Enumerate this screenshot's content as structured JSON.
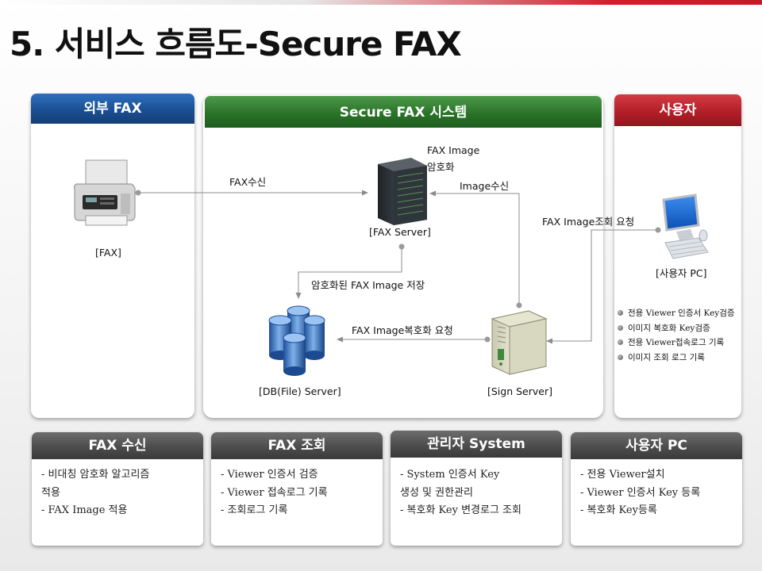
{
  "title": "5. 서비스 흐름도-Secure FAX",
  "panels": {
    "external": {
      "header": "외부 FAX",
      "fax_label": "[FAX]"
    },
    "system": {
      "header": "Secure FAX 시스템",
      "fax_server": "[FAX Server]",
      "db_server": "[DB(File) Server]",
      "sign_server": "[Sign Server]",
      "encrypt_line1": "FAX Image",
      "encrypt_line2": "암호화",
      "fax_receive": "FAX수신",
      "image_receive": "Image수신",
      "save_encrypted": "암호화된 FAX Image 저장",
      "decrypt_request": "FAX Image복호화 요청",
      "view_request": "FAX Image조회 요청"
    },
    "user": {
      "header": "사용자",
      "pc_label": "[사용자 PC]",
      "bullets": [
        "전용 Viewer 인증서 Key검증",
        "이미지 복호화 Key검증",
        "전용 Viewer접속로그 기록",
        "이미지 조회 로그 기록"
      ]
    }
  },
  "bottom_boxes": [
    {
      "title": "FAX 수신",
      "lines": [
        "-  비대칭 암호화 알고리즘",
        "    적용",
        "-  FAX Image  적용"
      ]
    },
    {
      "title": "FAX 조회",
      "lines": [
        "-  Viewer  인증서 검증",
        "-  Viewer  접속로그 기록",
        "-  조회로그 기록"
      ]
    },
    {
      "title": "관리자 System",
      "lines": [
        "-  System  인증서 Key",
        "    생성 및 권한관리",
        "-  복호화 Key  변경로그 조회"
      ]
    },
    {
      "title": "사용자 PC",
      "lines": [
        "-  전용 Viewer설치",
        "-  Viewer  인증서 Key  등록",
        "-  복호화 Key등록"
      ]
    }
  ],
  "colors": {
    "blue": "#1b4f93",
    "green": "#2b7329",
    "red": "#b21f28",
    "gray": "#4d4d4d"
  },
  "icons": [
    "fax-machine-icon",
    "server-tower-icon",
    "database-icon",
    "sign-server-icon",
    "computer-icon"
  ]
}
